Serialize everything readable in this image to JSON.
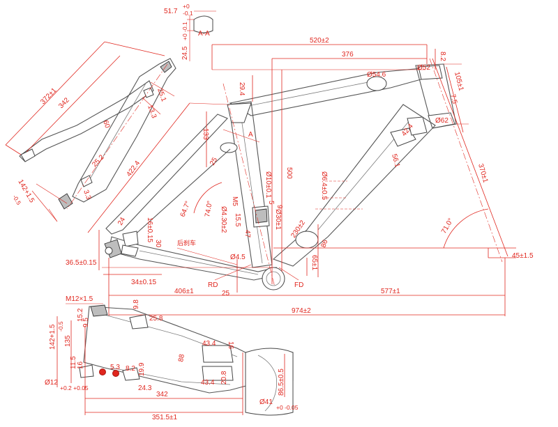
{
  "drawing": {
    "section_label": "A-A",
    "section_marker": "A",
    "notes": {
      "rear_brake": "后刹车",
      "rear_derailleur": "RD",
      "front_derailleur": "FD"
    },
    "dimensions": {
      "section_width_a": "51.7",
      "section_width_a_tol_top": "+0",
      "section_width_a_tol_bot": "-0.1",
      "section_width_b": "24.5",
      "section_width_b_tol": "+0 -0.1",
      "top_length": "520±2",
      "reach": "376",
      "head_tube_dia_outer": "Ø52",
      "head_tube_dia_inner": "Ø54.6",
      "head_tube_top": "8.2",
      "head_tube_length": "105±1",
      "head_tube_cup": "7.5",
      "head_tube_bottom_dia": "Ø62",
      "top_tube_dim": "42.4",
      "down_tube_dim": "56.1",
      "stack": "370±1",
      "head_angle": "71.0°",
      "bb_drop": "45±1.5",
      "seat_tube_top": "29.4",
      "seat_tube_length": "500",
      "seat_tube_dim_1": "133",
      "seat_tube_dim_2": "25",
      "seat_stay_length": "422.4",
      "seat_angle": "74.0°",
      "seat_angle_2": "64.7°",
      "cable_port_1": "Ø10±0.1",
      "cable_port_2": "Ø4.5",
      "port_offset_1": "Ø4.30±2",
      "port_offset_2": "Ø6.4±0.5",
      "port_length_1": "15.5",
      "port_length_2": "230±2",
      "port_dims_3": "Ø30±1",
      "thread_m5": "M5",
      "port_5": "5",
      "port_9": "9",
      "port_47": "47",
      "bb_width": "86",
      "bb_small": "65±1",
      "wheelbase": "974±2",
      "front_center": "577±1",
      "chainstay_horiz": "406±1",
      "rear_dropout_height": "36.5±0.15",
      "rear_dropout_width": "34±0.15",
      "dropout_vertical": "16±0.15",
      "dropout_30": "30",
      "chainstay_25": "25",
      "chainstay_24": "24",
      "fork_length": "372±1",
      "fork_342": "342",
      "fork_251": "25.1",
      "fork_133": "13.3",
      "fork_60": "60",
      "fork_252": "25.2",
      "fork_33": "3.3",
      "fork_142": "142+1.5",
      "fork_142_tol": "-0.5",
      "cs_m12": "M12×1.5",
      "cs_152": "15.2",
      "cs_95": "9.5",
      "cs_98": "9.8",
      "cs_258": "25.8",
      "cs_142": "142+1.5",
      "cs_142_tol": "-0.5",
      "cs_135": "135",
      "cs_115": "11.5",
      "cs_16": "16",
      "cs_12": "Ø12",
      "cs_12_tol": "+0.2 +0.05",
      "cs_53": "5.3",
      "cs_82": "8.2",
      "cs_199": "19.9",
      "cs_243": "24.3",
      "cs_88": "88",
      "cs_434a": "43.4",
      "cs_434b": "43.4",
      "cs_16b": "16",
      "cs_208": "20.8",
      "cs_865": "86.5±0.5",
      "cs_41": "Ø41",
      "cs_41_tol": "+0 -0.05",
      "cs_342": "342",
      "cs_3515": "351.5±1"
    }
  }
}
